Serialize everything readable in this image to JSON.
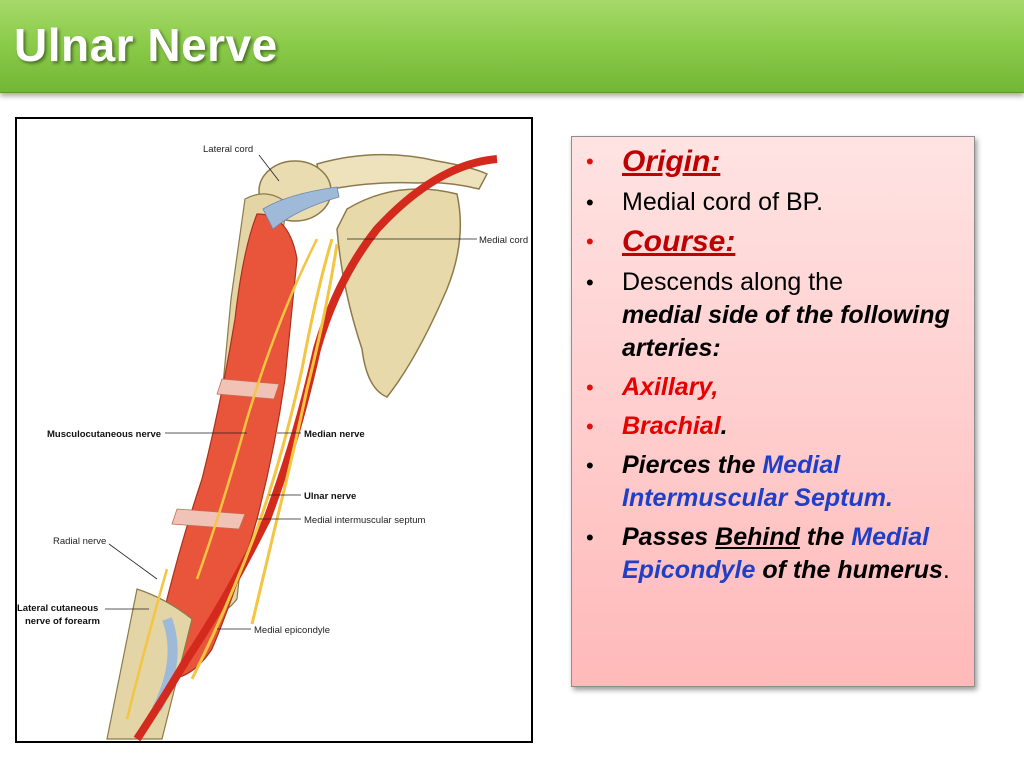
{
  "slide": {
    "title": "Ulnar Nerve"
  },
  "figure": {
    "labels": {
      "lateral_cord": "Lateral cord",
      "medial_cord": "Medial cord",
      "musculocutaneous_nerve": "Musculocutaneous nerve",
      "median_nerve": "Median nerve",
      "ulnar_nerve": "Ulnar nerve",
      "medial_intermuscular_septum": "Medial intermuscular septum",
      "radial_nerve": "Radial nerve",
      "lateral_cutaneous_1": "Lateral cutaneous",
      "lateral_cutaneous_2": "nerve of forearm",
      "medial_epicondyle": "Medial epicondyle"
    }
  },
  "panel": {
    "origin_heading": "Origin:",
    "origin_text": "Medial cord of BP.",
    "course_heading": "Course:",
    "descends_1": "Descends along the",
    "descends_2": "medial side of the following arteries:",
    "axillary": "Axillary,",
    "brachial": "Brachial",
    "brachial_end": ".",
    "pierces_1": "Pierces the",
    "pierces_2": "Medial Intermuscular Septum",
    "pierces_end": ".",
    "passes_1": "Passes",
    "passes_behind": "Behind",
    "passes_the": "the",
    "passes_medial_epicondyle": "Medial Epicondyle",
    "passes_of_the_humerus": "of the humerus",
    "passes_end": "."
  }
}
